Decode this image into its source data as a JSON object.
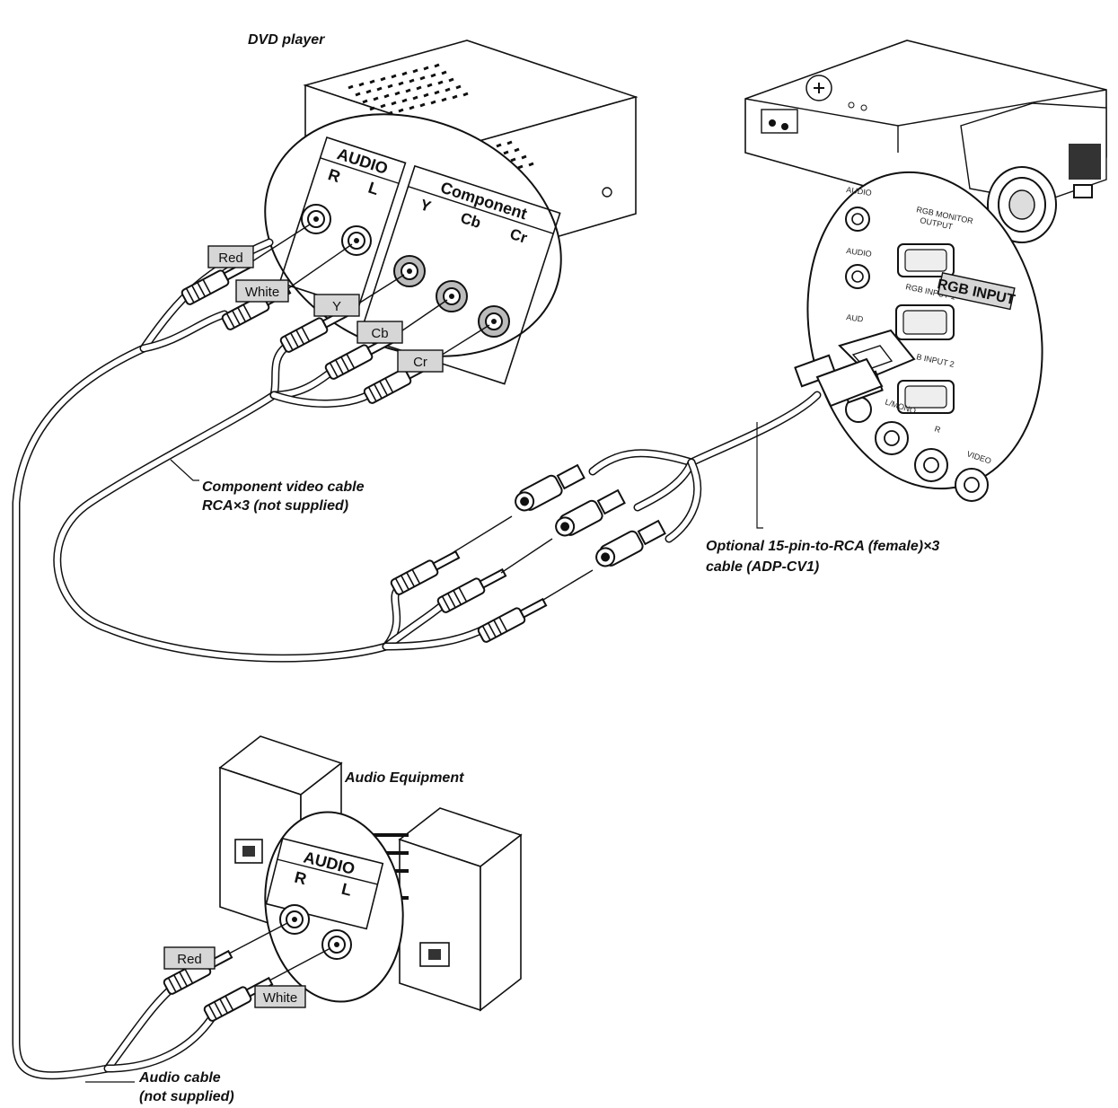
{
  "labels": {
    "dvd_player": "DVD player",
    "audio_equipment": "Audio Equipment",
    "component_cable_line1": "Component video cable",
    "component_cable_line2": "RCA×3 (not supplied)",
    "adp_cable_line1": "Optional 15-pin-to-RCA (female)×3",
    "adp_cable_line2": "cable (ADP-CV1)",
    "audio_cable_line1": "Audio cable",
    "audio_cable_line2": "(not supplied)"
  },
  "dvd_panel": {
    "audio_title": "AUDIO",
    "r": "R",
    "l": "L",
    "component_title": "Component",
    "y": "Y",
    "cb": "Cb",
    "cr": "Cr"
  },
  "tags": {
    "red": "Red",
    "white": "White",
    "y": "Y",
    "cb": "Cb",
    "cr": "Cr"
  },
  "projector_panel": {
    "audio1": "AUDIO",
    "rgb_monitor_output_1": "RGB MONITOR",
    "rgb_monitor_output_2": "OUTPUT",
    "audio2": "AUDIO",
    "rgb_input_1": "RGB INPUT 1",
    "audio3": "AUD",
    "rgb_input_2": "B INPUT 2",
    "l_mono": "L/MONO",
    "r": "R",
    "video": "VIDEO",
    "rgb_input_tag": "RGB INPUT"
  },
  "audio_panel": {
    "title": "AUDIO",
    "r": "R",
    "l": "L"
  }
}
